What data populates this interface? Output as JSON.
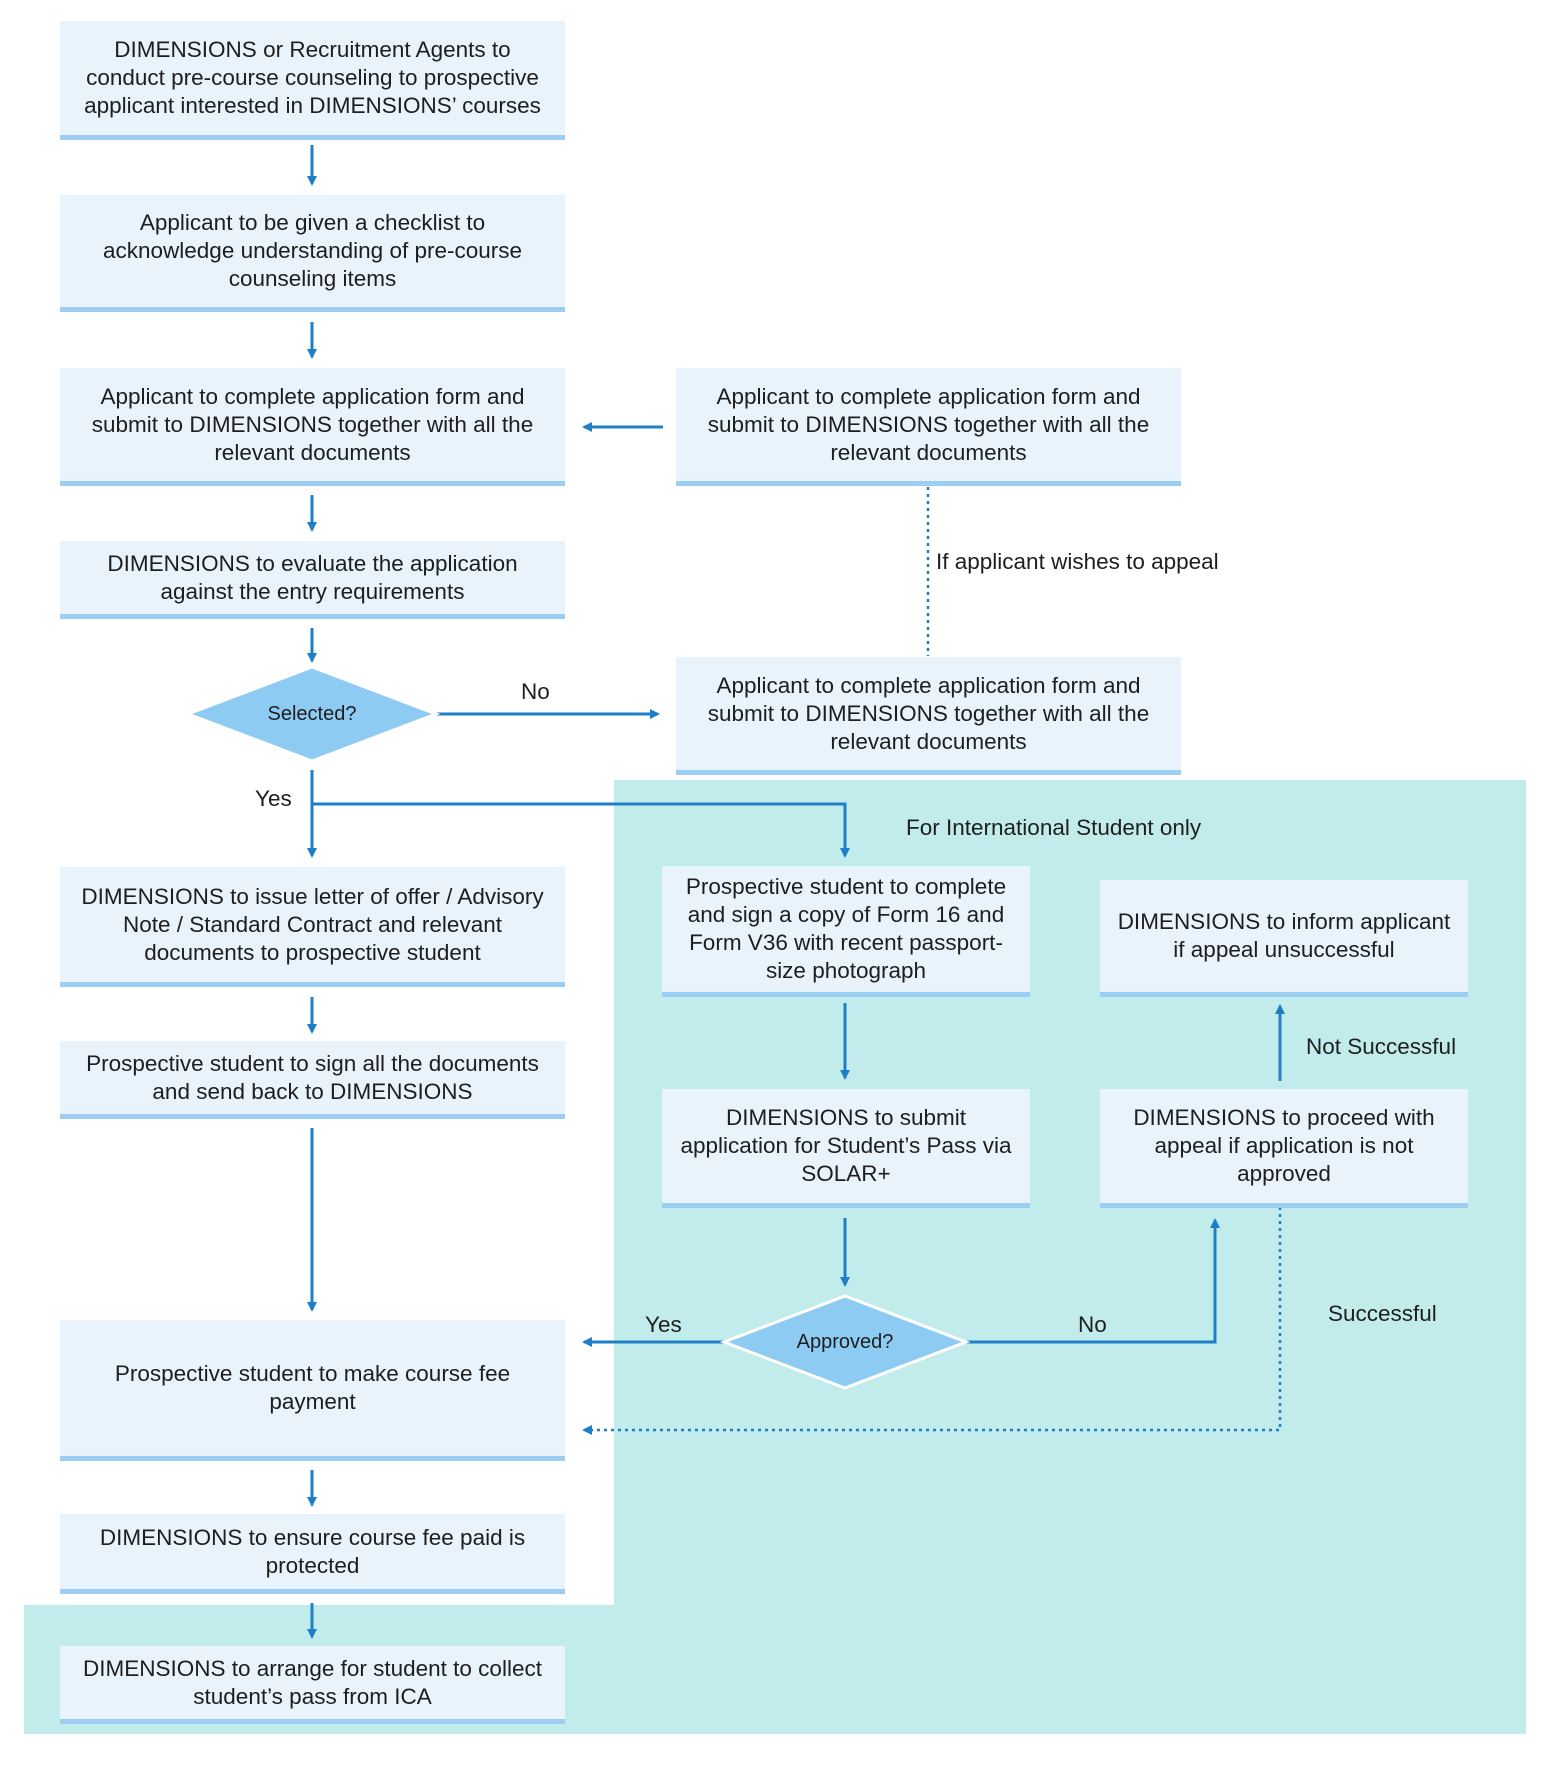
{
  "colors": {
    "region": "#c2ecec",
    "box": "#e9f3fc",
    "box_border": "#9ccdf2",
    "arrow": "#1f7fc6",
    "diamond": "#8ecbf3"
  },
  "boxes": {
    "precourse": "DIMENSIONS or Recruitment Agents to conduct pre-course counseling to prospective applicant interested in DIMENSIONS’ courses",
    "checklist": "Applicant to be given a checklist to acknowledge understanding of pre-course counseling items",
    "apply_main": "Applicant to complete application form and submit to DIMENSIONS together with all the relevant documents",
    "apply_appeal": "Applicant to complete application form and submit to DIMENSIONS together with all the relevant documents",
    "evaluate": "DIMENSIONS to evaluate the application against the entry requirements",
    "not_selected": "Applicant to complete application form and submit to DIMENSIONS together with all the relevant documents",
    "offer": "DIMENSIONS to issue letter of offer / Advisory Note / Standard Contract and relevant documents to prospective student",
    "sign_docs": "Prospective student to sign all the documents and send back to DIMENSIONS",
    "form16": "Prospective student to complete and sign a copy of Form 16 and Form V36 with recent passport-size photograph",
    "submit_pass": "DIMENSIONS to submit application for Student’s Pass via SOLAR+",
    "inform": "DIMENSIONS to inform applicant if appeal unsuccessful",
    "proceed_appeal": "DIMENSIONS to proceed with appeal if application is not approved",
    "payment": "Prospective student to make course fee payment",
    "protect_fee": "DIMENSIONS to ensure course fee paid is protected",
    "collect_pass": "DIMENSIONS to arrange for student to collect student’s pass from ICA"
  },
  "decisions": {
    "selected": "Selected?",
    "approved": "Approved?"
  },
  "labels": {
    "appeal_wish": "If applicant wishes to appeal",
    "no_selected": "No",
    "yes_selected": "Yes",
    "international": "For International Student only",
    "not_successful": "Not Successful",
    "successful": "Successful",
    "yes_approved": "Yes",
    "no_approved": "No"
  }
}
